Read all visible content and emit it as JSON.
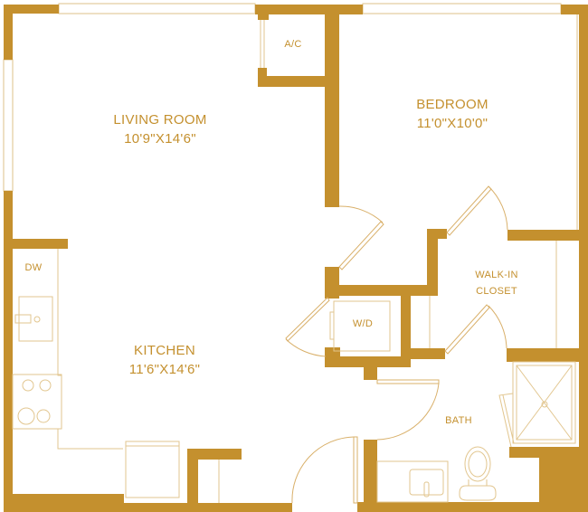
{
  "floorplan": {
    "colors": {
      "wall": "#c4902e",
      "fixture_line": "#e2c68f",
      "label": "#c4902e",
      "background": "#ffffff"
    },
    "rooms": [
      {
        "id": "living-room",
        "name": "LIVING ROOM",
        "dimensions": "10'9\"X14'6\""
      },
      {
        "id": "bedroom",
        "name": "BEDROOM",
        "dimensions": "11'0\"X10'0\""
      },
      {
        "id": "kitchen",
        "name": "KITCHEN",
        "dimensions": "11'6\"X14'6\""
      },
      {
        "id": "walk-in-closet",
        "name_line1": "WALK-IN",
        "name_line2": "CLOSET"
      },
      {
        "id": "bath",
        "name": "BATH"
      }
    ],
    "fixtures": {
      "ac": "A/C",
      "dishwasher": "DW",
      "washer_dryer": "W/D"
    }
  }
}
